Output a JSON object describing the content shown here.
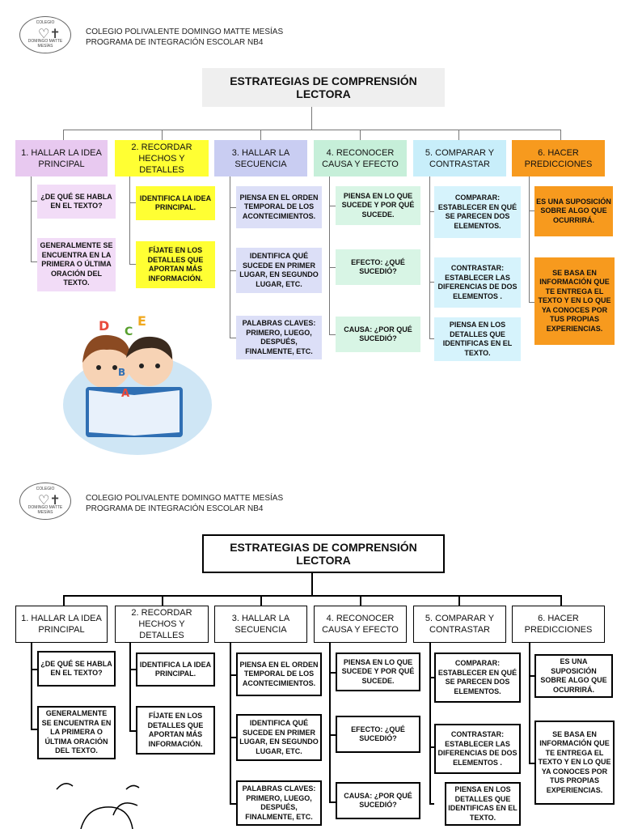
{
  "header": {
    "school": "COLEGIO POLIVALENTE DOMINGO MATTE MESÍAS",
    "program": "PROGRAMA DE INTEGRACIÓN ESCOLAR NB4",
    "logo_top": "COLEGIO",
    "logo_bottom": "DOMINGO MATTE MESÍAS"
  },
  "title": "ESTRATEGIAS DE COMPRENSIÓN LECTORA",
  "colors": {
    "c1": "#e8c9f0",
    "c1i": "#f2dcf7",
    "c2": "#ffff33",
    "c2i": "#ffff33",
    "c3": "#c9cdf2",
    "c3i": "#dcdff7",
    "c4": "#c6efd9",
    "c4i": "#d8f5e5",
    "c5": "#c8eefa",
    "c5i": "#d6f3fc",
    "c6": "#f79a1e",
    "c6i": "#f79a1e",
    "title_bg": "#efefef"
  },
  "categories": [
    {
      "label": "1. HALLAR LA IDEA PRINCIPAL"
    },
    {
      "label": "2. RECORDAR HECHOS Y DETALLES"
    },
    {
      "label": "3. HALLAR LA SECUENCIA"
    },
    {
      "label": "4. RECONOCER CAUSA Y EFECTO"
    },
    {
      "label": "5. COMPARAR Y CONTRASTAR"
    },
    {
      "label": "6. HACER PREDICCIONES"
    }
  ],
  "items": {
    "c1": [
      "¿DE QUÉ SE HABLA EN EL TEXTO?",
      "GENERALMENTE SE ENCUENTRA EN LA PRIMERA O ÚLTIMA ORACIÓN DEL TEXTO."
    ],
    "c2": [
      "IDENTIFICA LA IDEA PRINCIPAL.",
      "FÍJATE EN LOS DETALLES QUE APORTAN MÁS INFORMACIÓN."
    ],
    "c3": [
      "PIENSA EN EL ORDEN TEMPORAL DE LOS ACONTECIMIENTOS.",
      "IDENTIFICA QUÉ SUCEDE EN PRIMER LUGAR, EN SEGUNDO LUGAR, ETC.",
      "PALABRAS CLAVES: PRIMERO, LUEGO, DESPUÉS, FINALMENTE, ETC."
    ],
    "c4": [
      "PIENSA EN LO QUE SUCEDE Y POR QUÉ SUCEDE.",
      "EFECTO: ¿QUÉ SUCEDIÓ?",
      "CAUSA: ¿POR QUÉ SUCEDIÓ?"
    ],
    "c5": [
      "COMPARAR: ESTABLECER EN QUÉ SE PARECEN DOS ELEMENTOS.",
      "CONTRASTAR: ESTABLECER LAS DIFERENCIAS DE DOS ELEMENTOS .",
      "PIENSA EN LOS DETALLES QUE IDENTIFICAS EN EL TEXTO."
    ],
    "c6": [
      "ES UNA SUPOSICIÓN SOBRE ALGO QUE OCURRIRÁ.",
      "SE BASA EN INFORMACIÓN QUE TE ENTREGA EL TEXTO Y EN LO QUE YA CONOCES POR TUS PROPIAS EXPERIENCIAS."
    ]
  },
  "illustration_letters": [
    "A",
    "B",
    "C",
    "D",
    "E"
  ]
}
